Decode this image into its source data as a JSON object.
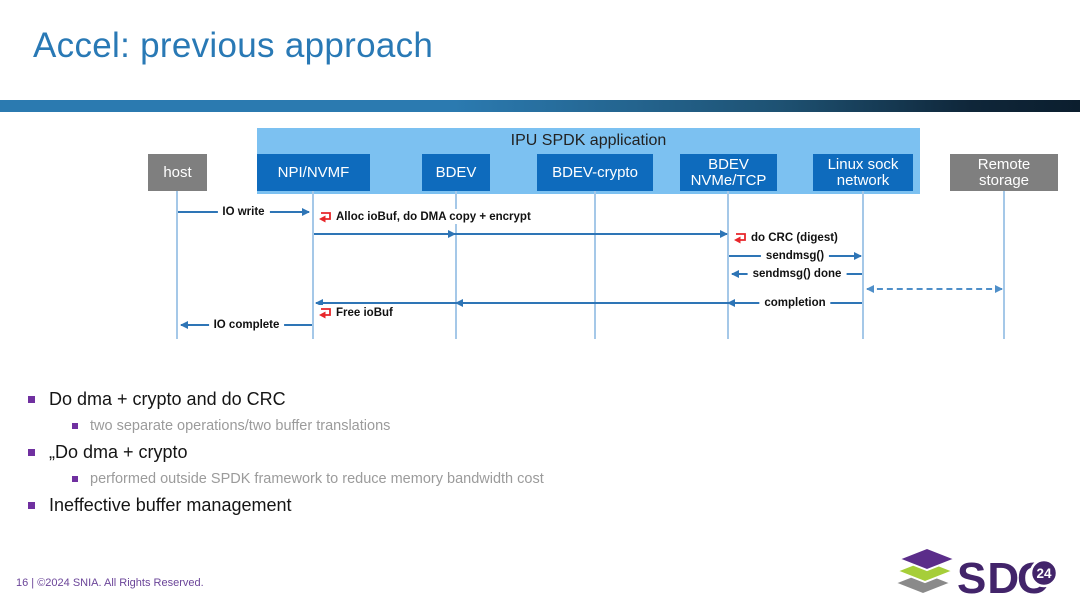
{
  "slide": {
    "title": "Accel: previous approach",
    "footer": "16 | ©2024 SNIA. All Rights Reserved.",
    "logo": {
      "sd": "SD",
      "c": "C",
      "badge": "24"
    }
  },
  "diagram": {
    "banner_label": "IPU SPDK application",
    "actors": [
      {
        "id": "host",
        "label": "host",
        "type": "external"
      },
      {
        "id": "npi-nvmf",
        "label": "NPI/NVMF",
        "type": "spdk"
      },
      {
        "id": "bdev",
        "label": "BDEV",
        "type": "spdk"
      },
      {
        "id": "bdev-crypto",
        "label": "BDEV-crypto",
        "type": "spdk"
      },
      {
        "id": "bdev-nvme-tcp",
        "label": "BDEV\nNVMe/TCP",
        "type": "spdk"
      },
      {
        "id": "linux-sock",
        "label": "Linux sock\nnetwork",
        "type": "spdk"
      },
      {
        "id": "remote-storage",
        "label": "Remote\nstorage",
        "type": "external"
      }
    ],
    "messages": [
      {
        "label": "IO write",
        "from": "host",
        "to": "npi-nvmf",
        "type": "arrow-right"
      },
      {
        "label": "Alloc ioBuf, do DMA copy + encrypt",
        "at": "npi-nvmf",
        "type": "self-op"
      },
      {
        "label": "",
        "from": "npi-nvmf",
        "to": "bdev-nvme-tcp",
        "via": [
          "bdev"
        ],
        "type": "arrow-right"
      },
      {
        "label": "do CRC (digest)",
        "at": "bdev-nvme-tcp",
        "type": "self-op"
      },
      {
        "label": "sendmsg()",
        "from": "bdev-nvme-tcp",
        "to": "linux-sock",
        "type": "arrow-right"
      },
      {
        "label": "sendmsg() done",
        "from": "linux-sock",
        "to": "bdev-nvme-tcp",
        "type": "arrow-left"
      },
      {
        "label": "",
        "from": "linux-sock",
        "to": "remote-storage",
        "type": "dashed-both-ends"
      },
      {
        "label": "completion",
        "from": "linux-sock",
        "to": "npi-nvmf",
        "via": [
          "bdev-nvme-tcp",
          "bdev"
        ],
        "type": "arrow-left"
      },
      {
        "label": "Free ioBuf",
        "at": "npi-nvmf",
        "type": "self-op"
      },
      {
        "label": "IO complete",
        "from": "npi-nvmf",
        "to": "host",
        "type": "arrow-left"
      }
    ]
  },
  "bullets": [
    {
      "level": 1,
      "text": "Do dma + crypto and do CRC"
    },
    {
      "level": 2,
      "text": "two separate operations/two buffer translations"
    },
    {
      "level": 1,
      "text": "„Do dma + crypto"
    },
    {
      "level": 2,
      "text": "performed outside SPDK framework to reduce memory bandwidth cost"
    },
    {
      "level": 1,
      "text": "Ineffective buffer management"
    }
  ],
  "colors": {
    "title_blue": "#2979b5",
    "box_blue": "#0e6bbd",
    "banner_blue": "#7cc1f1",
    "external_gray": "#7f7f7f",
    "arrow_blue": "#2e75b6",
    "lifeline_blue": "#a5c8e8",
    "self_op_red": "#e8262a",
    "bullet_purple": "#7030a0",
    "footer_purple": "#6b4599",
    "logo_purple": "#42246a",
    "logo_green": "#a6ce39",
    "logo_gray": "#8a8a8a"
  }
}
